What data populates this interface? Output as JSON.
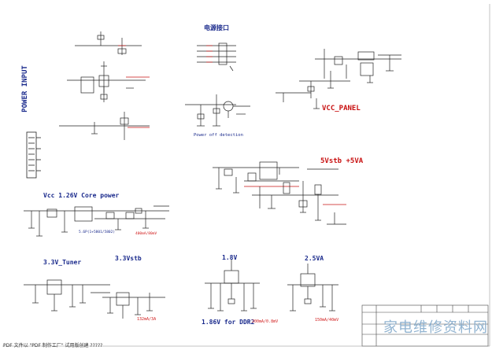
{
  "titles": {
    "power_input": "POWER INPUT",
    "power_interface": "电源接口",
    "power_off_detection": "Power off detection",
    "vcc_panel": "VCC_PANEL",
    "vstb_5va": "5Vstb +5VA",
    "vcc_core": "Vcc 1.26V  Core power",
    "tuner": "3.3V_Tuner",
    "vstb33": "3.3Vstb",
    "v18": "1.8V",
    "v25": "2.5VA",
    "v186_ddr2": "1.86V for DDR2"
  },
  "notes": {
    "core_note": "5.6P(1+5801/5802)",
    "core_current": "400mA/80mV",
    "tuner_current": "132mA/3A",
    "ddr2_current": "200mA/0.8mV",
    "v25_current": "150mA/40mV"
  },
  "footer": {
    "text": "PDF 文件以 \"PDF 制作工厂\" 试用版创建  ?????"
  },
  "watermark": {
    "text": "家电维修资料网"
  },
  "colors": {
    "wire": "#1a1a1a",
    "component": "#2c2c2c",
    "net_red": "#c81010",
    "net_blue": "#1a2a8c",
    "title_block": "#444444"
  }
}
